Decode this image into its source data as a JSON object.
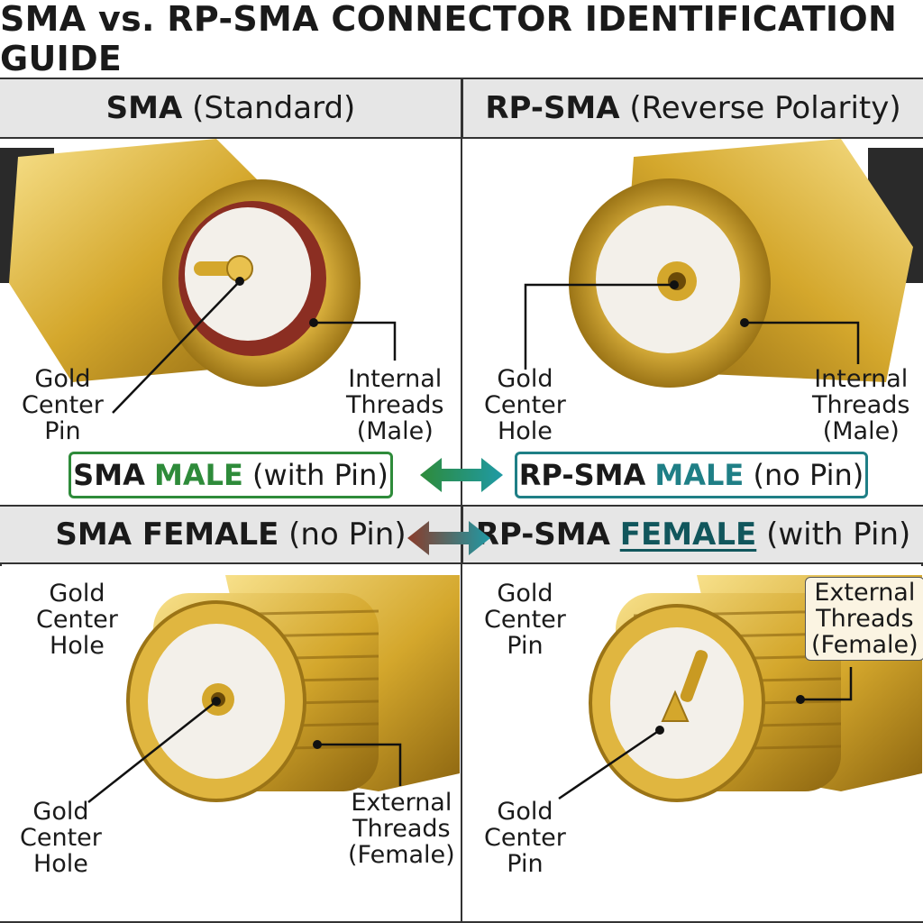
{
  "title": "SMA vs. RP-SMA CONNECTOR IDENTIFICATION GUIDE",
  "top_headers": {
    "left_bold": "SMA",
    "left_rest": "(Standard)",
    "right_bold": "RP-SMA",
    "right_rest": "(Reverse Polarity)"
  },
  "panels": {
    "sma_male": {
      "pin_label": "Gold\nCenter\nPin",
      "threads_label": "Internal\nThreads\n(Male)",
      "name_prefix": "SMA",
      "name_highlight": "MALE",
      "name_suffix": "(with Pin)",
      "accent": "#2e8b3a"
    },
    "rp_sma_male": {
      "pin_label": "Gold\nCenter\nHole",
      "threads_label": "Internal\nThreads\n(Male)",
      "name_prefix": "RP-SMA",
      "name_highlight": "MALE",
      "name_suffix": "(no Pin)",
      "accent": "#1f7f86"
    },
    "sma_female": {
      "top_label": "Gold\nCenter\nHole",
      "pin_label": "Gold\nCenter\nHole",
      "threads_label": "External\nThreads\n(Female)"
    },
    "rp_sma_female": {
      "top_label": "Gold\nCenter\nPin",
      "pin_label": "Gold\nCenter\nPin",
      "threads_label": "External\nThreads\n(Female)"
    }
  },
  "mid_headers": {
    "left_bold": "SMA FEMALE",
    "left_rest": "(no Pin)",
    "right_prefix": "RP-SMA",
    "right_highlight": "FEMALE",
    "right_rest": "(with Pin)"
  },
  "colors": {
    "gold": "#d4a72c",
    "arrow_green": "#2e8b3a",
    "arrow_teal": "#1f9aa5",
    "arrow_brown": "#8a3b2a"
  }
}
